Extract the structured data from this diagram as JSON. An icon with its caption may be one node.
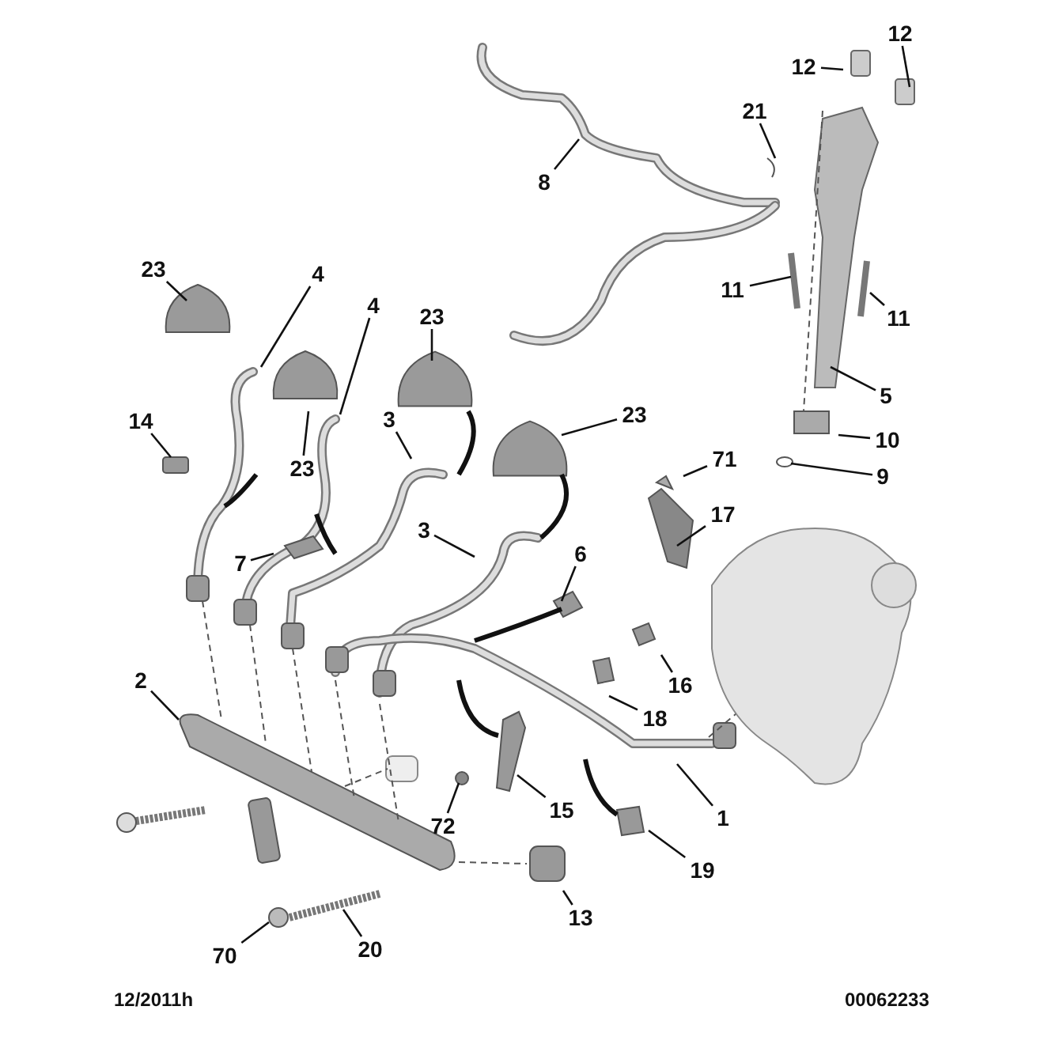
{
  "diagram": {
    "nodes": [
      {
        "text": [
          "12"
        ]
      },
      {
        "text": [
          "12"
        ]
      },
      {
        "text": [
          "21"
        ]
      },
      {
        "text": [
          "8"
        ]
      },
      {
        "text": [
          "11"
        ]
      },
      {
        "text": [
          "11"
        ]
      },
      {
        "text": [
          "23"
        ]
      },
      {
        "text": [
          "4"
        ]
      },
      {
        "text": [
          "4"
        ]
      },
      {
        "text": [
          "23"
        ]
      },
      {
        "text": [
          "23"
        ]
      },
      {
        "text": [
          "5"
        ]
      },
      {
        "text": [
          "14"
        ]
      },
      {
        "text": [
          "3"
        ]
      },
      {
        "text": [
          "23"
        ]
      },
      {
        "text": [
          "10"
        ]
      },
      {
        "text": [
          "71"
        ]
      },
      {
        "text": [
          "9"
        ]
      },
      {
        "text": [
          "3"
        ]
      },
      {
        "text": [
          "17"
        ]
      },
      {
        "text": [
          "7"
        ]
      },
      {
        "text": [
          "6"
        ]
      },
      {
        "text": [
          "16"
        ]
      },
      {
        "text": [
          "2"
        ]
      },
      {
        "text": [
          "18"
        ]
      },
      {
        "text": [
          "1"
        ]
      },
      {
        "text": [
          "15"
        ]
      },
      {
        "text": [
          "72"
        ]
      },
      {
        "text": [
          "19"
        ]
      },
      {
        "text": [
          "13"
        ]
      },
      {
        "text": [
          "70"
        ]
      },
      {
        "text": [
          "20"
        ]
      }
    ],
    "edges": [
      {
        "from": 0,
        "to": null,
        "arrow": "none"
      },
      {
        "from": 1,
        "to": null,
        "arrow": "none"
      },
      {
        "from": 2,
        "to": null,
        "arrow": "none"
      },
      {
        "from": 3,
        "to": null,
        "arrow": "none"
      },
      {
        "from": 4,
        "to": null,
        "arrow": "none"
      },
      {
        "from": 5,
        "to": null,
        "arrow": "none"
      },
      {
        "from": 6,
        "to": null,
        "arrow": "none"
      },
      {
        "from": 7,
        "to": null,
        "arrow": "none"
      },
      {
        "from": 8,
        "to": null,
        "arrow": "none"
      },
      {
        "from": 9,
        "to": null,
        "arrow": "none"
      },
      {
        "from": 10,
        "to": null,
        "arrow": "none"
      },
      {
        "from": 11,
        "to": null,
        "arrow": "none"
      },
      {
        "from": 12,
        "to": null,
        "arrow": "none"
      },
      {
        "from": 13,
        "to": null,
        "arrow": "none"
      },
      {
        "from": 14,
        "to": null,
        "arrow": "none"
      },
      {
        "from": 15,
        "to": null,
        "arrow": "none"
      },
      {
        "from": 16,
        "to": null,
        "arrow": "none"
      },
      {
        "from": 17,
        "to": null,
        "arrow": "none"
      },
      {
        "from": 18,
        "to": null,
        "arrow": "none"
      },
      {
        "from": 19,
        "to": null,
        "arrow": "none"
      },
      {
        "from": 20,
        "to": null,
        "arrow": "none"
      },
      {
        "from": 21,
        "to": null,
        "arrow": "none"
      },
      {
        "from": 22,
        "to": null,
        "arrow": "none"
      },
      {
        "from": 23,
        "to": null,
        "arrow": "none"
      },
      {
        "from": 24,
        "to": null,
        "arrow": "none"
      },
      {
        "from": 25,
        "to": null,
        "arrow": "none"
      },
      {
        "from": 26,
        "to": null,
        "arrow": "none"
      },
      {
        "from": 27,
        "to": null,
        "arrow": "none"
      },
      {
        "from": 28,
        "to": null,
        "arrow": "none"
      },
      {
        "from": 29,
        "to": null,
        "arrow": "none"
      },
      {
        "from": 30,
        "to": null,
        "arrow": "none"
      },
      {
        "from": 31,
        "to": null,
        "arrow": "none"
      }
    ],
    "labels": [
      "12/2011h",
      "00062233"
    ]
  }
}
